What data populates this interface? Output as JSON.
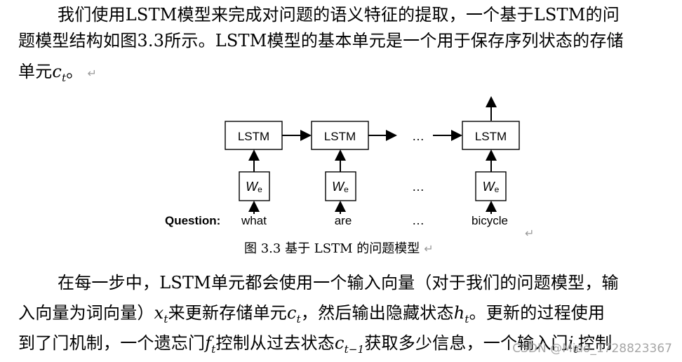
{
  "paragraph_top": {
    "line1": "我们使用LSTM模型来完成对问题的语义特征的提取，一个基于LSTM的问",
    "line2": "题模型结构如图3.3所示。LSTM模型的基本单元是一个用于保存序列状态的存储",
    "line3_prefix": "单元",
    "c_symbol": "c",
    "t_sub": "t",
    "line3_suffix": "。",
    "return_mark": "↵"
  },
  "diagram": {
    "lstm_label": "LSTM",
    "dots": "…",
    "we_label": "W",
    "we_sub": "e",
    "question_label": "Question:",
    "words": [
      "what",
      "are",
      "…",
      "bicycle"
    ],
    "return_mark": "↵"
  },
  "caption": {
    "text": "图 3.3 基于 LSTM 的问题模型",
    "return_mark": "↵"
  },
  "paragraph_bottom": {
    "line1": "在每一步中，LSTM单元都会使用一个输入向量（对于我们的问题模型，输",
    "line2_a": "入向量为词向量）",
    "x_symbol": "x",
    "x_sub": "t",
    "line2_b": "来更新存储单元",
    "c_symbol": "c",
    "c_sub": "t",
    "line2_c": "，然后输出隐藏状态",
    "h_symbol": "h",
    "h_sub": "t",
    "line2_d": "。更新的过程使用",
    "line3_a": "到了门机制，一个遗忘门",
    "f_symbol": "f",
    "f_sub": "t",
    "line3_b": "控制从过去状态",
    "cprev_symbol": "c",
    "cprev_sub": "t−1",
    "line3_c": "获取多少信息，一个输入门",
    "i_symbol": "i",
    "i_sub": "t",
    "line3_d": "控制"
  },
  "watermark": "CSDN @Miao_1728823367"
}
